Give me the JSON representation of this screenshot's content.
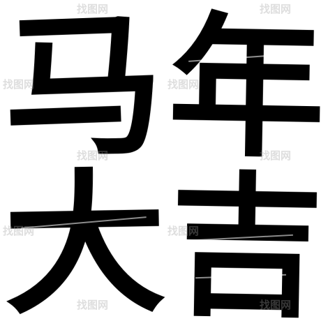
{
  "characters": [
    "马",
    "年",
    "大",
    "吉"
  ],
  "watermark_text": "找图网",
  "colors": {
    "ink": "#000000",
    "background": "#ffffff",
    "watermark": "#a0a0a0"
  }
}
